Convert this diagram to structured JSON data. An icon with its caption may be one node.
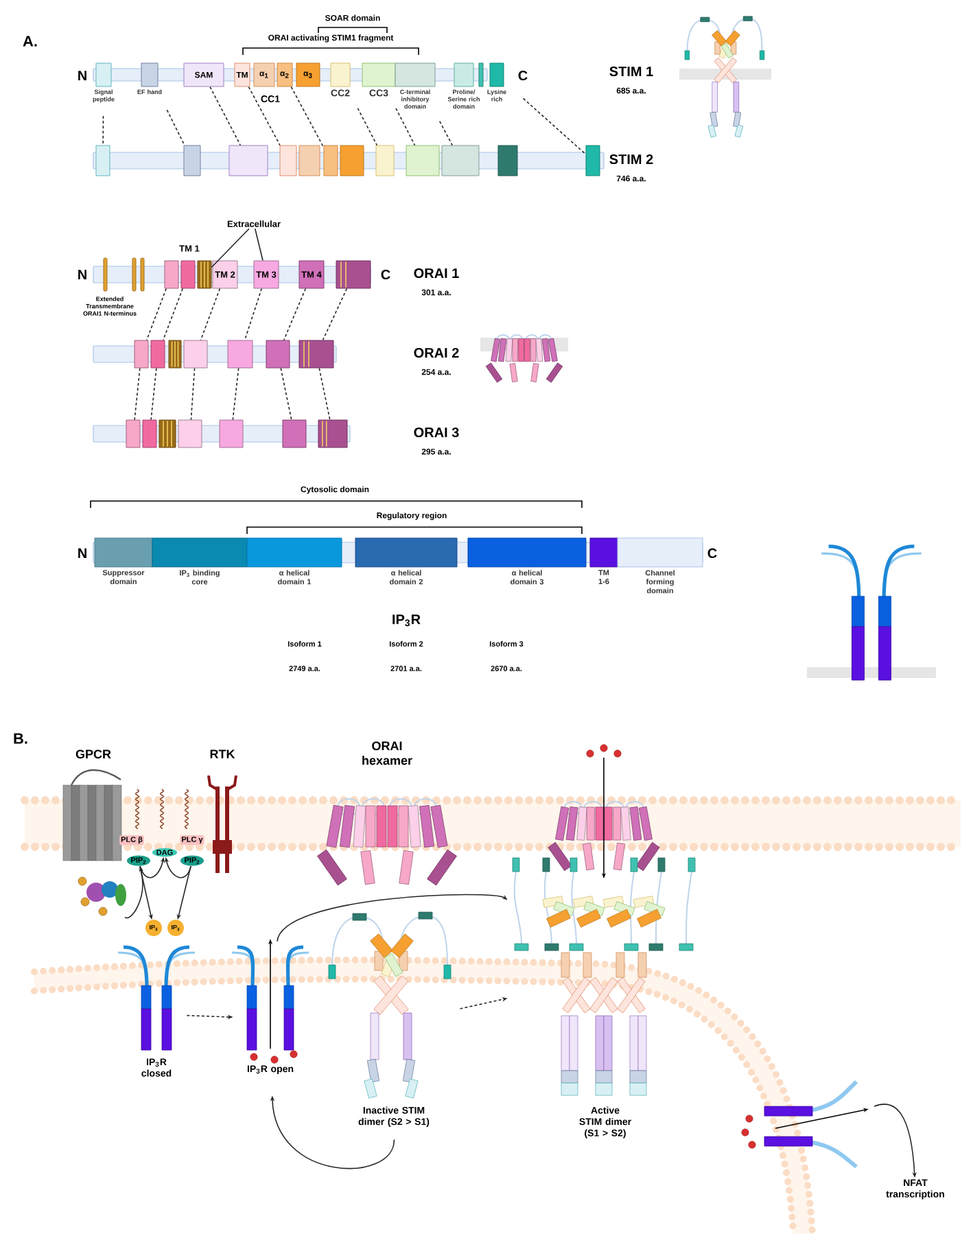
{
  "diagram": {
    "nodes": [
      {
        "text": [
          "Signal peptide"
        ]
      },
      {
        "text": [
          "EF hand"
        ]
      },
      {
        "text": [
          "SAM"
        ]
      },
      {
        "text": [
          "TM"
        ]
      },
      {
        "text": [
          "α$_{1}$"
        ]
      },
      {
        "text": [
          "α$_{2}$"
        ]
      },
      {
        "text": [
          "α$_{3}$"
        ]
      },
      {
        "text": [
          "CC2"
        ]
      },
      {
        "text": [
          "CC3"
        ]
      },
      {
        "text": [
          "C-terminal inhibitory domain"
        ]
      },
      {
        "text": [
          "Proline/ Serine rich domain"
        ]
      },
      {
        "text": [],
        "shape": "box"
      },
      {
        "text": [
          "Lysine rich"
        ]
      },
      {
        "text": [],
        "shape": "box"
      },
      {
        "text": [],
        "shape": "box"
      },
      {
        "text": [],
        "shape": "box"
      },
      {
        "text": [],
        "shape": "box"
      },
      {
        "text": [],
        "shape": "box"
      },
      {
        "text": [],
        "shape": "box"
      },
      {
        "text": [],
        "shape": "box"
      },
      {
        "text": [],
        "shape": "box"
      },
      {
        "text": [],
        "shape": "box"
      },
      {
        "text": [],
        "shape": "box"
      },
      {
        "text": [],
        "shape": "box"
      },
      {
        "text": [],
        "shape": "box"
      },
      {
        "text": [
          "Extracellular"
        ]
      },
      {
        "text": [],
        "shape": "bar"
      },
      {
        "text": [],
        "shape": "bar"
      },
      {
        "text": [],
        "shape": "bar"
      },
      {
        "text": [],
        "shape": "box"
      },
      {
        "text": [],
        "shape": "box"
      },
      {
        "text": [],
        "shape": "box"
      },
      {
        "text": [
          "TM 2"
        ]
      },
      {
        "text": [
          "TM 3"
        ]
      },
      {
        "text": [
          "TM 4"
        ]
      },
      {
        "text": [],
        "shape": "box"
      },
      {
        "text": [],
        "shape": "box"
      },
      {
        "text": [],
        "shape": "box"
      },
      {
        "text": [],
        "shape": "box"
      },
      {
        "text": [],
        "shape": "box"
      },
      {
        "text": [],
        "shape": "box"
      },
      {
        "text": [],
        "shape": "box"
      },
      {
        "text": [],
        "shape": "box"
      },
      {
        "text": [],
        "shape": "box"
      },
      {
        "text": [],
        "shape": "box"
      },
      {
        "text": [],
        "shape": "box"
      },
      {
        "text": [],
        "shape": "box"
      },
      {
        "text": [],
        "shape": "box"
      },
      {
        "text": [],
        "shape": "box"
      },
      {
        "text": [],
        "shape": "box"
      },
      {
        "text": [
          "Suppressor domain"
        ]
      },
      {
        "text": [
          "IP$_{3}$ binding core"
        ]
      },
      {
        "text": [
          "α helical domain 1"
        ]
      },
      {
        "text": [
          "α helical domain 2"
        ]
      },
      {
        "text": [
          "α helical domain 3"
        ]
      },
      {
        "text": [
          "TM 1-6"
        ]
      },
      {
        "text": [
          "Channel forming domain"
        ]
      },
      {
        "text": [
          "GPCR"
        ]
      },
      {
        "text": [
          "RTK"
        ]
      },
      {
        "text": [
          "ORAI hexamer"
        ]
      },
      {
        "text": [],
        "shape": "picture"
      },
      {
        "text": [
          "PLC β"
        ]
      },
      {
        "text": [
          "PIP$_{2}$"
        ]
      },
      {
        "text": [
          "DAG"
        ]
      },
      {
        "text": [
          "PLC γ"
        ]
      },
      {
        "text": [
          "PIP$_{2}$"
        ]
      },
      {
        "text": [
          "IP$_{3}$"
        ]
      },
      {
        "text": [
          "IP$_{3}$"
        ]
      },
      {
        "text": [
          "IP$_{3}$R closed"
        ]
      },
      {
        "text": [
          "IP$_{3}$R open"
        ]
      },
      {
        "text": [
          "Inactive STIM dimer (S2 > S1)"
        ]
      },
      {
        "text": [
          "Active STIM dimer (S1 > S2)"
        ]
      },
      {
        "text": [
          "NFAT transcription"
        ]
      },
      {
        "text": [],
        "shape": "bar"
      },
      {
        "text": [],
        "shape": "bar"
      },
      {
        "text": [],
        "shape": "bar"
      },
      {
        "text": [],
        "shape": "bar"
      },
      {
        "text": [],
        "shape": "bar"
      },
      {
        "text": [],
        "shape": "bar"
      }
    ],
    "edges": [
      {
        "from": 0,
        "to": 13,
        "arrow": "none",
        "style": "dashed"
      },
      {
        "from": 1,
        "to": 14,
        "arrow": "none",
        "style": "dashed"
      },
      {
        "from": 2,
        "to": 15,
        "arrow": "none",
        "style": "dashed"
      },
      {
        "from": 3,
        "to": 16,
        "arrow": "none",
        "style": "dashed"
      },
      {
        "from": 5,
        "to": 18,
        "arrow": "none",
        "style": "dashed"
      },
      {
        "from": 7,
        "to": 20,
        "arrow": "none",
        "style": "dashed"
      },
      {
        "from": 8,
        "to": 21,
        "arrow": "none",
        "style": "dashed"
      },
      {
        "from": 9,
        "to": 22,
        "arrow": "none",
        "style": "dashed"
      },
      {
        "from": 12,
        "to": 24,
        "arrow": "none",
        "style": "dashed"
      },
      {
        "from": 25,
        "to": 31,
        "arrow": "none"
      },
      {
        "from": 25,
        "to": 33,
        "arrow": "none"
      },
      {
        "from": 29,
        "to": 36,
        "arrow": "none",
        "style": "dashed"
      },
      {
        "from": 30,
        "to": 37,
        "arrow": "none",
        "style": "dashed"
      },
      {
        "from": 32,
        "to": 39,
        "arrow": "none",
        "style": "dashed"
      },
      {
        "from": 33,
        "to": 40,
        "arrow": "none",
        "style": "dashed"
      },
      {
        "from": 34,
        "to": 41,
        "arrow": "none",
        "style": "dashed"
      },
      {
        "from": 35,
        "to": 42,
        "arrow": "none",
        "style": "dashed"
      },
      {
        "from": 36,
        "to": 43,
        "arrow": "none",
        "style": "dashed"
      },
      {
        "from": 37,
        "to": 44,
        "arrow": "none",
        "style": "dashed"
      },
      {
        "from": 39,
        "to": 46,
        "arrow": "none",
        "style": "dashed"
      },
      {
        "from": 40,
        "to": 47,
        "arrow": "none",
        "style": "dashed"
      },
      {
        "from": 41,
        "to": 48,
        "arrow": "none",
        "style": "dashed"
      },
      {
        "from": 42,
        "to": 49,
        "arrow": "none",
        "style": "dashed"
      },
      {
        "from": 60,
        "to": 62,
        "arrow": "to"
      },
      {
        "from": 62,
        "to": 66,
        "arrow": "to"
      },
      {
        "from": 65,
        "to": 67,
        "arrow": "to"
      },
      {
        "from": 62,
        "to": 63,
        "arrow": "to"
      },
      {
        "from": 65,
        "to": 63,
        "arrow": "to"
      },
      {
        "from": 68,
        "to": 69,
        "arrow": "to",
        "style": "dashed"
      },
      {
        "from": 69,
        "to": 71,
        "arrow": "to"
      },
      {
        "from": 70,
        "to": 71,
        "arrow": "to",
        "style": "dashed"
      },
      {
        "from": 70,
        "to": 69,
        "arrow": "to"
      },
      {
        "from": null,
        "to": 72,
        "arrow": "to"
      }
    ],
    "labels": [
      "SOAR domain",
      "A.",
      "ORAI activating STIM1 fragment",
      "N",
      "C",
      "STIM 1",
      "685 a.a.",
      "CC1",
      "STIM 2",
      "746 a.a.",
      "TM 1",
      "N",
      "C",
      "ORAI 1",
      "301 a.a.",
      "Extended Transmembrane ORAI1 N-terminus",
      "ORAI 2",
      "254 a.a.",
      "ORAI 3",
      "295 a.a.",
      "Cytosolic domain",
      "Regulatory region",
      "N",
      "C",
      "IP$_{3}$R",
      "Isoform 1",
      "Isoform 2",
      "Isoform 3",
      "2749 a.a.",
      "2701 a.a.",
      "2670 a.a.",
      "B."
    ]
  }
}
